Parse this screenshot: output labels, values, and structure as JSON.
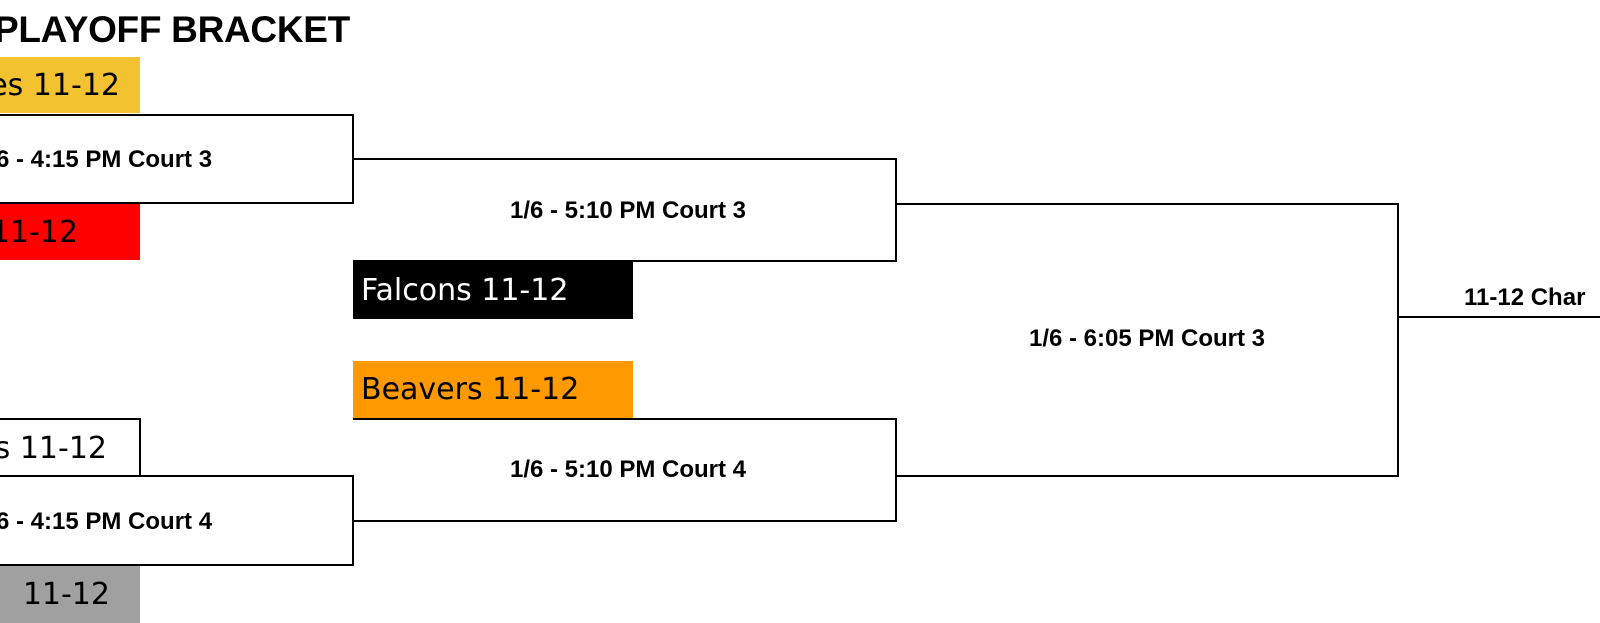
{
  "page": {
    "title": "PLAYOFF BRACKET"
  },
  "round1": {
    "game_top": {
      "team_top": {
        "name": "es 11-12",
        "color": "#F2C230",
        "text_color": "#000000"
      },
      "schedule": "6 - 4:15 PM Court 3",
      "team_bottom": {
        "name": "11-12",
        "color": "#FF0000",
        "text_color": "#000000"
      }
    },
    "game_bottom": {
      "team_top": {
        "name": "s 11-12",
        "color": "#FFFFFF",
        "text_color": "#000000"
      },
      "schedule": "6 - 4:15 PM Court 4",
      "team_bottom": {
        "name": "11-12",
        "color": "#A0A0A0",
        "text_color": "#000000"
      }
    }
  },
  "round2": {
    "game_top": {
      "schedule": "1/6 - 5:10 PM Court 3",
      "bye_team": {
        "name": "Falcons 11-12",
        "color": "#000000",
        "text_color": "#FFFFFF"
      }
    },
    "game_bottom": {
      "bye_team": {
        "name": "Beavers 11-12",
        "color": "#FF9900",
        "text_color": "#000000"
      },
      "schedule": "1/6 - 5:10 PM Court 4"
    }
  },
  "final": {
    "schedule": "1/6 - 6:05 PM Court 3"
  },
  "champion": {
    "label": "11-12 Char"
  }
}
